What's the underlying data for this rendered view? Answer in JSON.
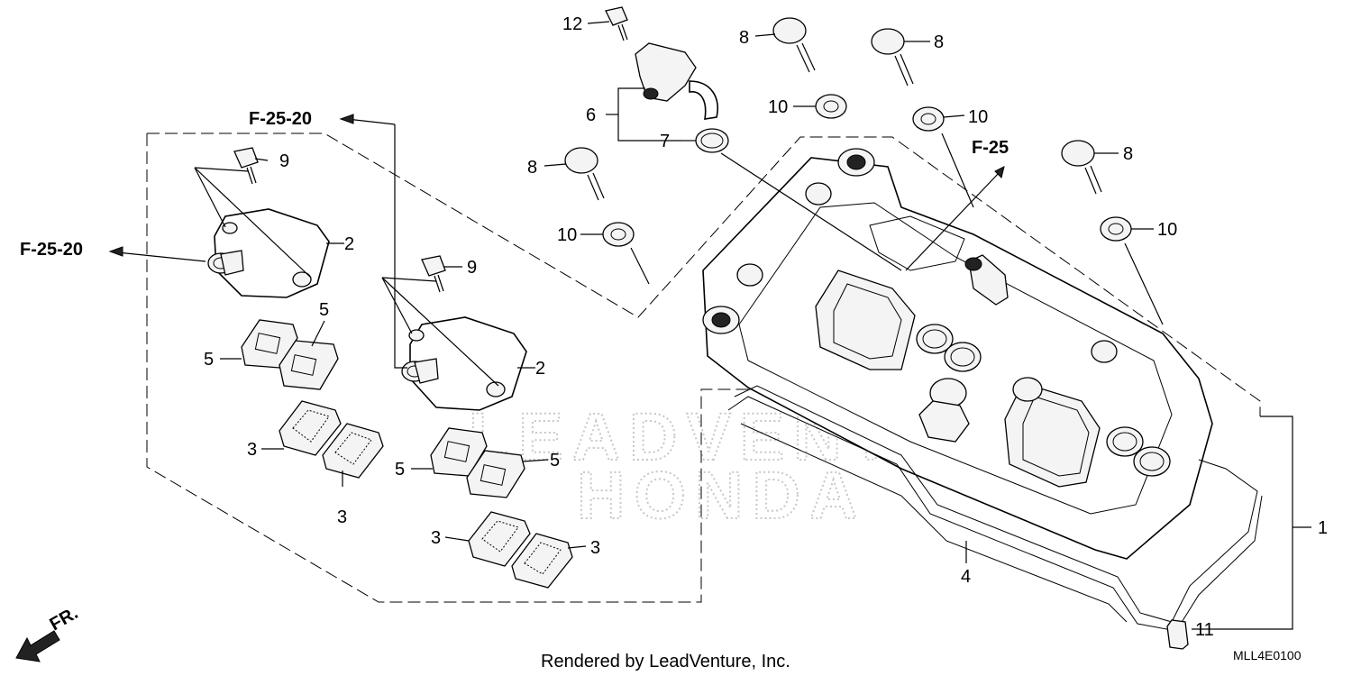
{
  "callouts": {
    "c1": "1",
    "c2a": "2",
    "c2b": "2",
    "c3a": "3",
    "c3b": "3",
    "c3c": "3",
    "c3d": "3",
    "c4": "4",
    "c5a": "5",
    "c5b": "5",
    "c5c": "5",
    "c5d": "5",
    "c6": "6",
    "c7": "7",
    "c8a": "8",
    "c8b": "8",
    "c8c": "8",
    "c8d": "8",
    "c9a": "9",
    "c9b": "9",
    "c10a": "10",
    "c10b": "10",
    "c10c": "10",
    "c10d": "10",
    "c11": "11",
    "c12": "12"
  },
  "references": {
    "ref_top": "F-25-20",
    "ref_left": "F-25-20",
    "ref_right": "F-25"
  },
  "direction": {
    "label": "FR."
  },
  "watermark": {
    "line1": "LEADVENTURE",
    "line2": "HONDA"
  },
  "footer": {
    "credit": "Rendered by LeadVenture, Inc.",
    "code": "MLL4E0100"
  }
}
